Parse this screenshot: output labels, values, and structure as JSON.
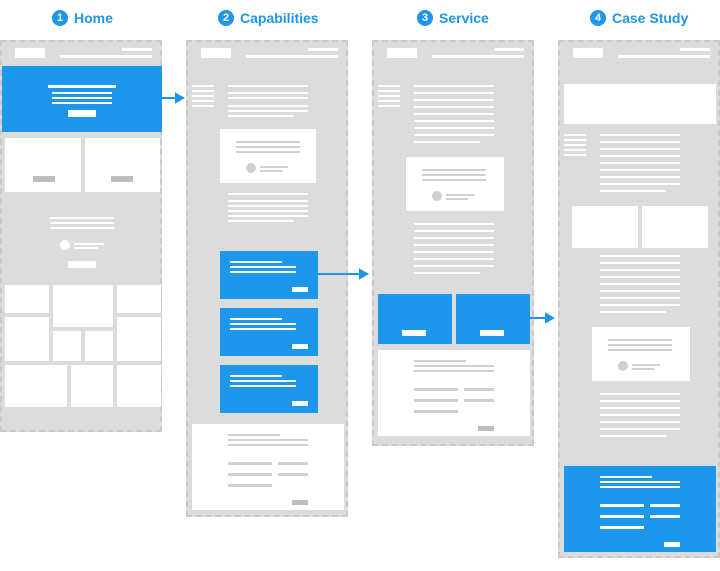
{
  "steps": [
    {
      "number": "1",
      "title": "Home"
    },
    {
      "number": "2",
      "title": "Capabilities"
    },
    {
      "number": "3",
      "title": "Service"
    },
    {
      "number": "4",
      "title": "Case Study"
    }
  ],
  "colors": {
    "accent": "#1e96ec",
    "page_bg": "#dcdcdc",
    "block": "#ffffff",
    "placeholder_line": "#cfcfcf"
  }
}
